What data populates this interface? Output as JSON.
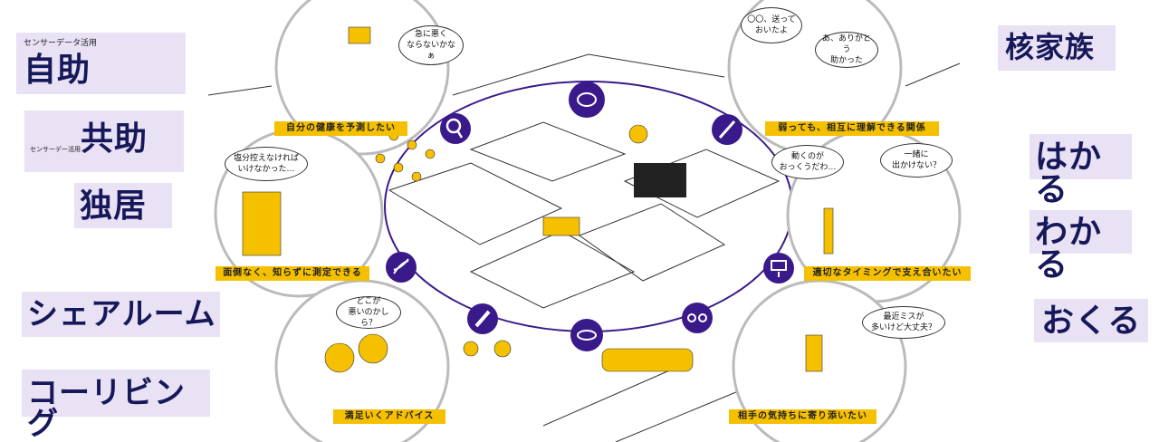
{
  "left_tags": {
    "jijo": {
      "label": "自助",
      "note": "センサーデータ活用"
    },
    "kyojo": {
      "label": "共助",
      "note": "センサーデー活用"
    },
    "dokkyo": {
      "label": "独居"
    },
    "share_room": {
      "label": "シェアルーム"
    },
    "co_living": {
      "label": "コーリビング"
    }
  },
  "right_tags": {
    "nuclear_family": {
      "label": "核家族"
    },
    "hakaru": {
      "label": "はかる"
    },
    "wakaru": {
      "label": "わかる"
    },
    "okuru": {
      "label": "おくる"
    }
  },
  "scenes": [
    {
      "caption": "自分の健康を予測したい",
      "speech": [
        "急に悪く",
        "ならないかなぁ"
      ]
    },
    {
      "caption": "弱っても、相互に理解できる関係",
      "speech": [
        "〇〇、送っておいたよ"
      ],
      "speech2": [
        "あ、ありがとう",
        "助かった"
      ]
    },
    {
      "caption": "面倒なく、知らずに測定できる",
      "speech": [
        "塩分控えなければ",
        "いけなかった…"
      ]
    },
    {
      "caption": "適切なタイミングで支え合いたい",
      "speech": [
        "動くのが",
        "おっくうだわ…"
      ],
      "speech2": [
        "一緒に",
        "出かけない？"
      ]
    },
    {
      "caption": "満足いくアドバイス",
      "speech": [
        "どこが",
        "悪いのかしら？"
      ]
    },
    {
      "caption": "相手の気持ちに寄り添いたい",
      "speech": [
        "最近ミスが",
        "多いけど大丈夫？"
      ]
    }
  ],
  "colors": {
    "accent_purple": "#3a1a8a",
    "accent_yellow": "#f5c000",
    "tag_bg": "#e9e1f4",
    "tag_text": "#16185a"
  }
}
